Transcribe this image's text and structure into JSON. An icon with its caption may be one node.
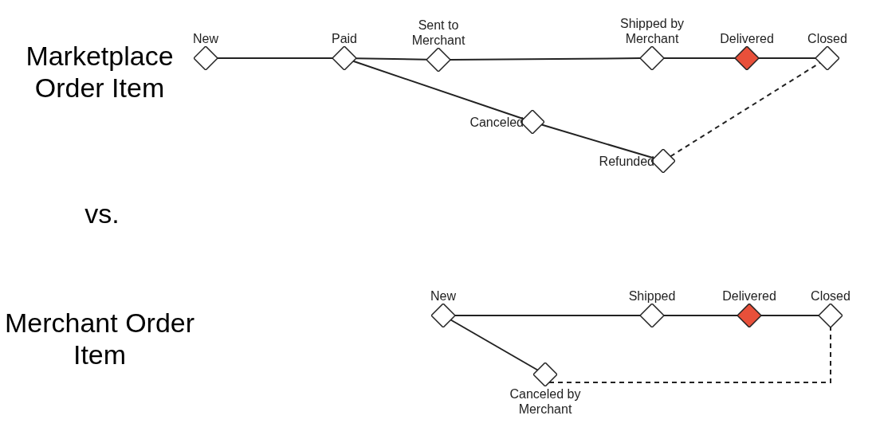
{
  "diagram": {
    "nodes": [
      {
        "text": [
          "New"
        ]
      },
      {
        "text": [
          "Paid"
        ]
      },
      {
        "text": [
          "Sent to Merchant"
        ]
      },
      {
        "text": [
          "Shipped by Merchant"
        ]
      },
      {
        "text": [
          "Delivered"
        ]
      },
      {
        "text": [
          "Closed"
        ]
      },
      {
        "text": [
          "Canceled"
        ]
      },
      {
        "text": [
          "Refunded"
        ]
      },
      {
        "text": [
          "New"
        ]
      },
      {
        "text": [
          "Shipped"
        ]
      },
      {
        "text": [
          "Delivered"
        ]
      },
      {
        "text": [
          "Closed"
        ]
      },
      {
        "text": [
          "Canceled by Merchant"
        ]
      }
    ],
    "edges": [
      {
        "from": 0,
        "to": 1,
        "arrow": "none"
      },
      {
        "from": 1,
        "to": 2,
        "arrow": "none"
      },
      {
        "from": 2,
        "to": 3,
        "arrow": "none"
      },
      {
        "from": 3,
        "to": 4,
        "arrow": "none"
      },
      {
        "from": 4,
        "to": 5,
        "arrow": "none"
      },
      {
        "from": 1,
        "to": 6,
        "arrow": "none"
      },
      {
        "from": 6,
        "to": 7,
        "arrow": "none"
      },
      {
        "from": 7,
        "to": 5,
        "arrow": "none",
        "style": "dashed"
      },
      {
        "from": 8,
        "to": 9,
        "arrow": "none"
      },
      {
        "from": 9,
        "to": 10,
        "arrow": "none"
      },
      {
        "from": 10,
        "to": 11,
        "arrow": "none"
      },
      {
        "from": 8,
        "to": 12,
        "arrow": "none"
      },
      {
        "from": 12,
        "to": 11,
        "arrow": "none",
        "style": "dashed"
      }
    ],
    "labels": [
      "Marketplace Order Item",
      "vs.",
      "Merchant Order Item"
    ]
  }
}
